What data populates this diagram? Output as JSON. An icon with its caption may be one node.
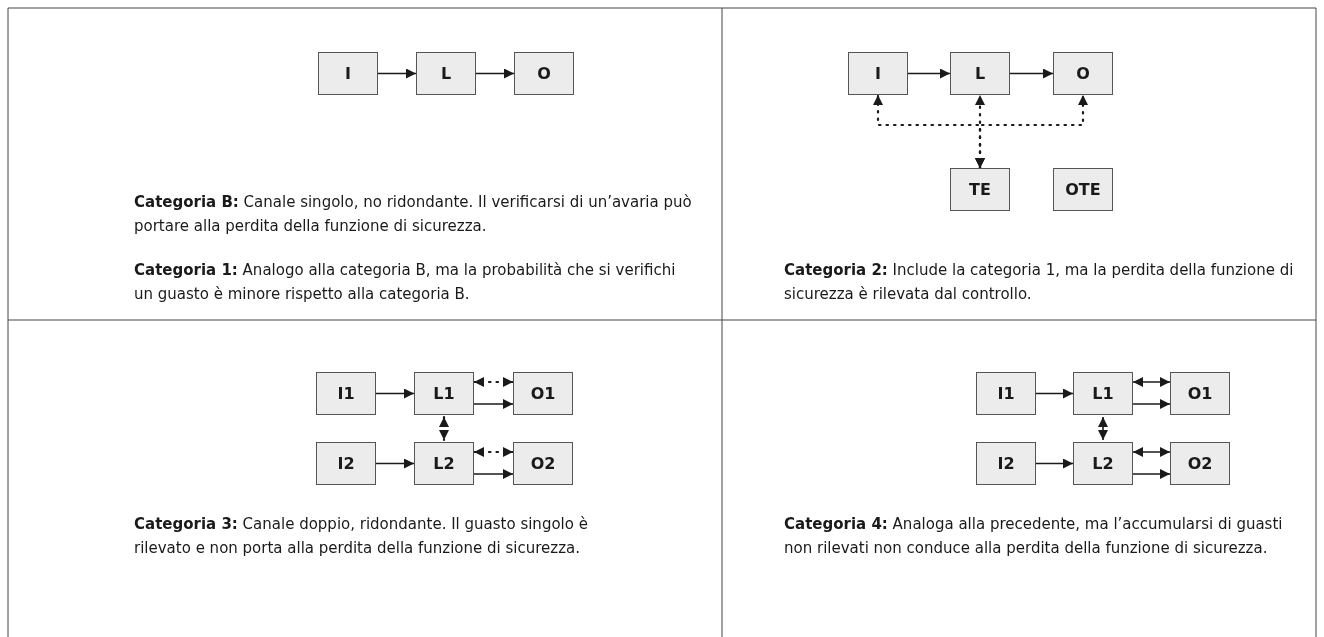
{
  "diagram": {
    "nodes": [
      {
        "text": [
          "I"
        ]
      },
      {
        "text": [
          "L"
        ]
      },
      {
        "text": [
          "O"
        ]
      },
      {
        "text": [
          "I"
        ]
      },
      {
        "text": [
          "L"
        ]
      },
      {
        "text": [
          "O"
        ]
      },
      {
        "text": [
          "TE"
        ]
      },
      {
        "text": [
          "OTE"
        ]
      },
      {
        "text": [
          "I1"
        ]
      },
      {
        "text": [
          "L1"
        ]
      },
      {
        "text": [
          "O1"
        ]
      },
      {
        "text": [
          "I2"
        ]
      },
      {
        "text": [
          "L2"
        ]
      },
      {
        "text": [
          "O2"
        ]
      },
      {
        "text": [
          "I1"
        ]
      },
      {
        "text": [
          "L1"
        ]
      },
      {
        "text": [
          "O1"
        ]
      },
      {
        "text": [
          "I2"
        ]
      },
      {
        "text": [
          "L2"
        ]
      },
      {
        "text": [
          "O2"
        ]
      }
    ],
    "edges": [
      {
        "from": 0,
        "to": 1,
        "arrow": "to"
      },
      {
        "from": 1,
        "to": 2,
        "arrow": "to"
      },
      {
        "from": 3,
        "to": 4,
        "arrow": "to"
      },
      {
        "from": 4,
        "to": 5,
        "arrow": "to"
      },
      {
        "from": 6,
        "to": 3,
        "arrow": "both",
        "style": "dashed"
      },
      {
        "from": 6,
        "to": 4,
        "arrow": "both",
        "style": "dashed"
      },
      {
        "from": 6,
        "to": 5,
        "arrow": "both",
        "style": "dashed"
      },
      {
        "from": 8,
        "to": 9,
        "arrow": "to"
      },
      {
        "from": 9,
        "to": 10,
        "arrow": "both",
        "style": "dashed"
      },
      {
        "from": 9,
        "to": 10,
        "arrow": "to"
      },
      {
        "from": 9,
        "to": 12,
        "arrow": "both",
        "style": "dashed"
      },
      {
        "from": 11,
        "to": 12,
        "arrow": "to"
      },
      {
        "from": 12,
        "to": 13,
        "arrow": "both",
        "style": "dashed"
      },
      {
        "from": 12,
        "to": 13,
        "arrow": "to"
      },
      {
        "from": 14,
        "to": 15,
        "arrow": "to"
      },
      {
        "from": 15,
        "to": 16,
        "arrow": "both"
      },
      {
        "from": 15,
        "to": 16,
        "arrow": "to"
      },
      {
        "from": 15,
        "to": 18,
        "arrow": "both"
      },
      {
        "from": 17,
        "to": 18,
        "arrow": "to"
      },
      {
        "from": 18,
        "to": 19,
        "arrow": "both"
      },
      {
        "from": 18,
        "to": 19,
        "arrow": "to"
      }
    ],
    "labels": [
      "**Categoria B:** Canale singolo, no ridondante. Il verificarsi di un’avaria può portare alla perdita della funzione di sicurezza.",
      "**Categoria 1:** Analogo alla categoria B, ma la probabilità che si verifichi un guasto è minore rispetto alla categoria B.",
      "**Categoria 2:** Include la categoria 1, ma la perdita della funzione di sicurezza è rilevata dal controllo.",
      "**Categoria 3:** Canale doppio, ridondante. Il guasto singolo è rilevato e non porta alla perdita della funzione di sicurezza.",
      "**Categoria 4:** Analoga alla precedente, ma l’accumularsi di guasti non rilevati non conduce alla perdita della funzione di sicurezza."
    ]
  }
}
